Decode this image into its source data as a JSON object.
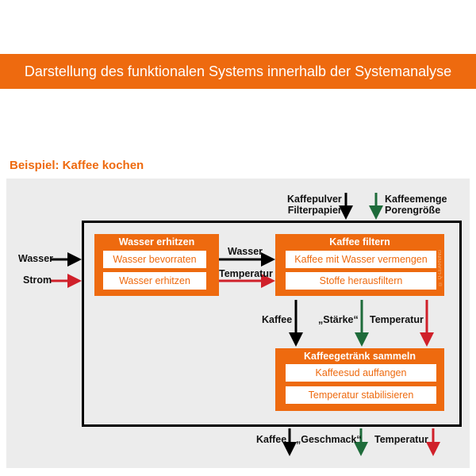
{
  "title": "Darstellung des funktionalen Systems innerhalb der Systemanalyse",
  "subtitle": "Beispiel: Kaffee kochen",
  "colors": {
    "orange": "#EE6A0F",
    "black": "#000000",
    "red": "#D0202A",
    "green": "#1E6B3A"
  },
  "boxes": [
    {
      "title": "Wasser erhitzen",
      "items": [
        "Wasser bevorraten",
        "Wasser erhitzen"
      ]
    },
    {
      "title": "Kaffee filtern",
      "items": [
        "Kaffee mit Wasser vermengen",
        "Stoffe herausfiltern"
      ]
    },
    {
      "title": "Kaffeegetränk sammeln",
      "items": [
        "Kaffeesud auffangen",
        "Temperatur stabilisieren"
      ]
    }
  ],
  "labels": {
    "in_wasser": "Wasser",
    "in_strom": "Strom",
    "mid_wasser": "Wasser",
    "mid_temp": "Temperatur",
    "top1a": "Kaffepulver",
    "top1b": "Filterpapier",
    "top2a": "Kaffeemenge",
    "top2b": "Porengröße",
    "down_kaffee": "Kaffee",
    "down_staerke": "„Stärke“",
    "down_temp": "Temperatur",
    "out_kaffee": "Kaffee",
    "out_geschmack": "„Geschmack“",
    "out_temp": "Temperatur"
  },
  "watermark": "© Q-LEARNING"
}
